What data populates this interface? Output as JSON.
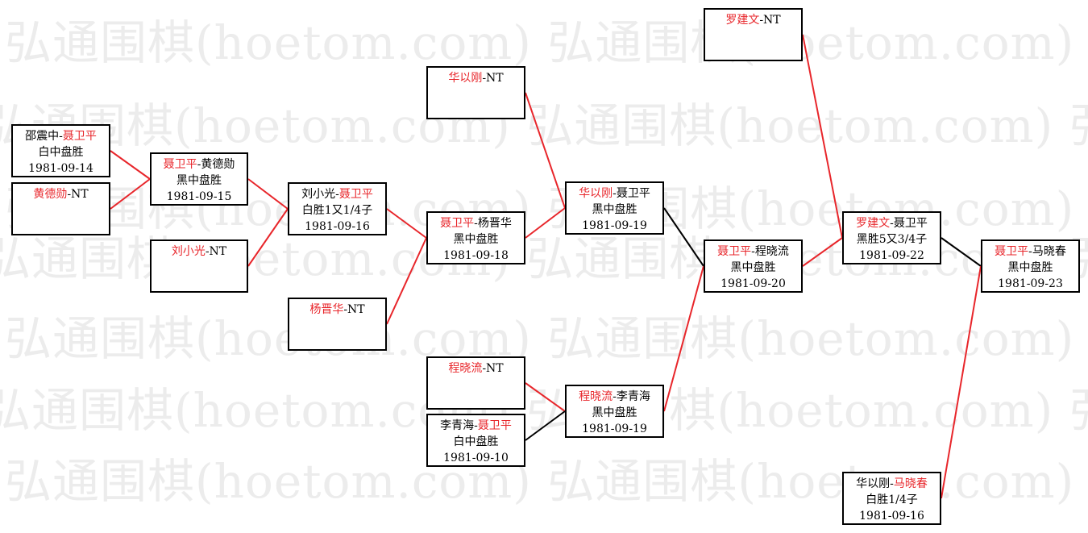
{
  "watermark": {
    "text": "弘通围棋(hoetom.com)",
    "repeat": 3
  },
  "colors": {
    "highlight": "#e8262b",
    "red_line": "#e8262b",
    "black_line": "#000000",
    "watermark": "#ececec"
  },
  "matches": [
    {
      "id": "m1",
      "players": [
        {
          "name": "邵震中",
          "highlight": false
        },
        {
          "name": "聂卫平",
          "highlight": true
        }
      ],
      "result": "白中盘胜",
      "date": "1981-09-14"
    },
    {
      "id": "m2",
      "players": [
        {
          "name": "黄德勋",
          "highlight": true
        }
      ],
      "nt": "-NT",
      "result": "",
      "date": ""
    },
    {
      "id": "m3",
      "players": [
        {
          "name": "聂卫平",
          "highlight": true
        },
        {
          "name": "黄德勋",
          "highlight": false
        }
      ],
      "result": "黑中盘胜",
      "date": "1981-09-15"
    },
    {
      "id": "m4",
      "players": [
        {
          "name": "刘小光",
          "highlight": true
        }
      ],
      "nt": "-NT",
      "result": "",
      "date": ""
    },
    {
      "id": "m5",
      "players": [
        {
          "name": "刘小光",
          "highlight": false
        },
        {
          "name": "聂卫平",
          "highlight": true
        }
      ],
      "result": "白胜1又1/4子",
      "date": "1981-09-16"
    },
    {
      "id": "m6",
      "players": [
        {
          "name": "杨晋华",
          "highlight": true
        }
      ],
      "nt": "-NT",
      "result": "",
      "date": ""
    },
    {
      "id": "m7",
      "players": [
        {
          "name": "华以刚",
          "highlight": true
        }
      ],
      "nt": "-NT",
      "result": "",
      "date": ""
    },
    {
      "id": "m8",
      "players": [
        {
          "name": "聂卫平",
          "highlight": true
        },
        {
          "name": "杨晋华",
          "highlight": false
        }
      ],
      "result": "黑中盘胜",
      "date": "1981-09-18"
    },
    {
      "id": "m9",
      "players": [
        {
          "name": "程晓流",
          "highlight": true
        }
      ],
      "nt": "-NT",
      "result": "",
      "date": ""
    },
    {
      "id": "m10",
      "players": [
        {
          "name": "李青海",
          "highlight": false
        },
        {
          "name": "聂卫平",
          "highlight": true
        }
      ],
      "result": "白中盘胜",
      "date": "1981-09-10"
    },
    {
      "id": "m11",
      "players": [
        {
          "name": "华以刚",
          "highlight": true
        },
        {
          "name": "聂卫平",
          "highlight": false
        }
      ],
      "result": "黑中盘胜",
      "date": "1981-09-19"
    },
    {
      "id": "m12",
      "players": [
        {
          "name": "程晓流",
          "highlight": true
        },
        {
          "name": "李青海",
          "highlight": false
        }
      ],
      "result": "黑中盘胜",
      "date": "1981-09-19"
    },
    {
      "id": "m13",
      "players": [
        {
          "name": "聂卫平",
          "highlight": true
        },
        {
          "name": "程晓流",
          "highlight": false
        }
      ],
      "result": "黑中盘胜",
      "date": "1981-09-20"
    },
    {
      "id": "m14",
      "players": [
        {
          "name": "罗建文",
          "highlight": true
        }
      ],
      "nt": "-NT",
      "result": "",
      "date": ""
    },
    {
      "id": "m15",
      "players": [
        {
          "name": "罗建文",
          "highlight": true
        },
        {
          "name": "聂卫平",
          "highlight": false
        }
      ],
      "result": "黑胜5又3/4子",
      "date": "1981-09-22"
    },
    {
      "id": "m16",
      "players": [
        {
          "name": "华以刚",
          "highlight": false
        },
        {
          "name": "马晓春",
          "highlight": true
        }
      ],
      "result": "白胜1/4子",
      "date": "1981-09-16"
    },
    {
      "id": "m17",
      "players": [
        {
          "name": "聂卫平",
          "highlight": true
        },
        {
          "name": "马晓春",
          "highlight": false
        }
      ],
      "result": "黑中盘胜",
      "date": "1981-09-23"
    }
  ],
  "connections": [
    {
      "from": "m1",
      "to": "m3",
      "color": "red"
    },
    {
      "from": "m2",
      "to": "m3",
      "color": "red"
    },
    {
      "from": "m3",
      "to": "m5",
      "color": "red"
    },
    {
      "from": "m4",
      "to": "m5",
      "color": "red"
    },
    {
      "from": "m5",
      "to": "m8",
      "color": "red"
    },
    {
      "from": "m6",
      "to": "m8",
      "color": "red"
    },
    {
      "from": "m7",
      "to": "m11",
      "color": "red"
    },
    {
      "from": "m8",
      "to": "m11",
      "color": "red"
    },
    {
      "from": "m9",
      "to": "m12",
      "color": "red"
    },
    {
      "from": "m10",
      "to": "m12",
      "color": "black"
    },
    {
      "from": "m11",
      "to": "m13",
      "color": "black"
    },
    {
      "from": "m12",
      "to": "m13",
      "color": "red"
    },
    {
      "from": "m13",
      "to": "m15",
      "color": "red"
    },
    {
      "from": "m14",
      "to": "m15",
      "color": "red"
    },
    {
      "from": "m15",
      "to": "m17",
      "color": "black"
    },
    {
      "from": "m16",
      "to": "m17",
      "color": "red"
    }
  ]
}
